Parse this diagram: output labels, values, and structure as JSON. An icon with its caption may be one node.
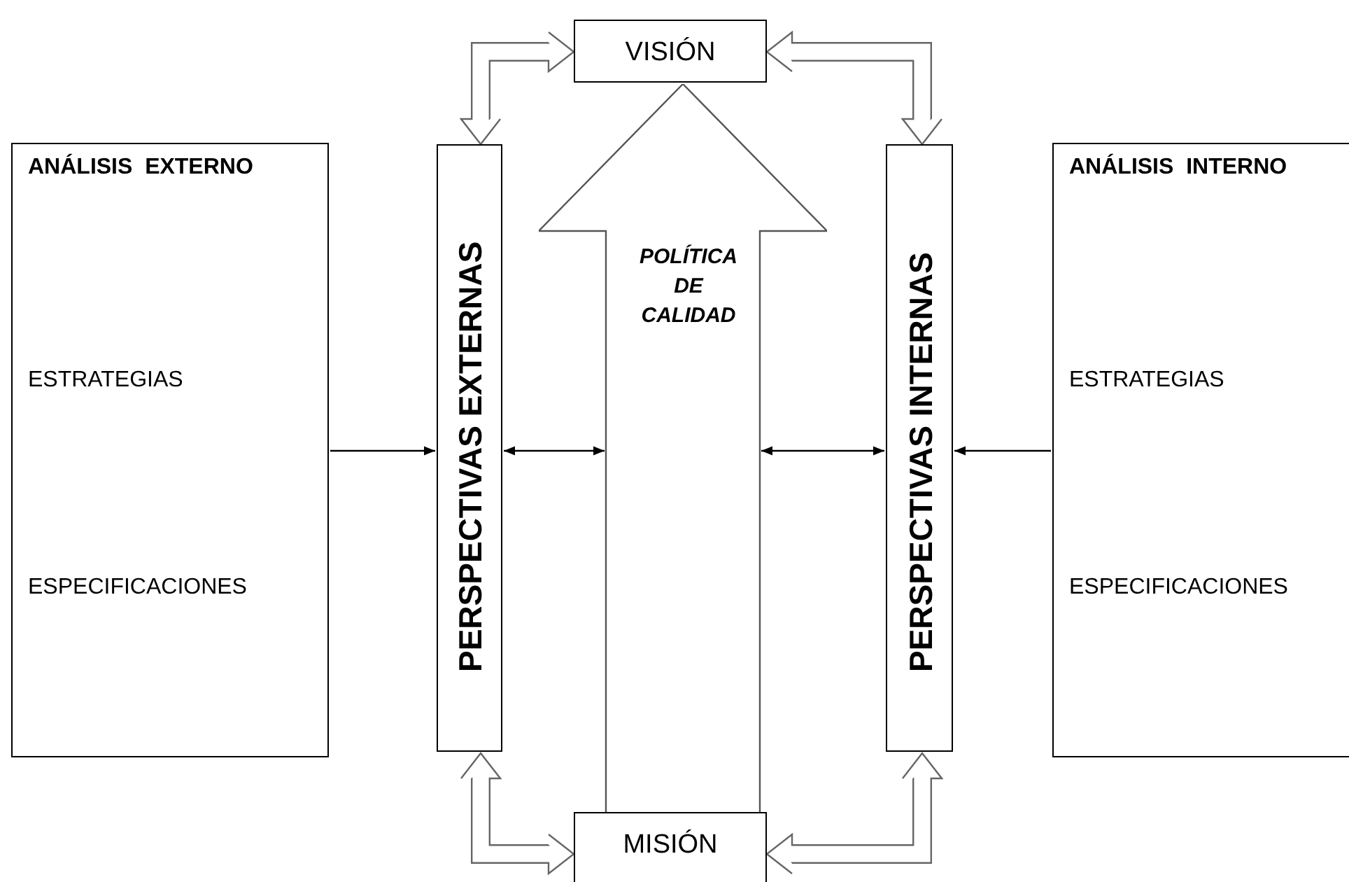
{
  "diagram": {
    "nodes": [
      {
        "text": [
          "VISIÓN"
        ]
      },
      {
        "text": [
          "ANÁLISIS  EXTERNO",
          "ESTRATEGIAS",
          "ESPECIFICACIONES"
        ]
      },
      {
        "text": [
          "PERSPECTIVAS EXTERNAS"
        ]
      },
      {
        "text": [
          "POLÍTICA DE CALIDAD"
        ]
      },
      {
        "text": [
          "PERSPECTIVAS INTERNAS"
        ]
      },
      {
        "text": [
          "ANÁLISIS  INTERNO",
          "ESTRATEGIAS",
          "ESPECIFICACIONES"
        ]
      },
      {
        "text": [
          "MISIÓN"
        ]
      }
    ],
    "edges": [
      {
        "from": 1,
        "to": 2,
        "arrow": "to"
      },
      {
        "from": 2,
        "to": 3,
        "arrow": "both"
      },
      {
        "from": 3,
        "to": 4,
        "arrow": "both"
      },
      {
        "from": 5,
        "to": 4,
        "arrow": "to"
      },
      {
        "from": 0,
        "to": 2,
        "arrow": "both",
        "style": "thick",
        "color": "#666666"
      },
      {
        "from": 0,
        "to": 4,
        "arrow": "both",
        "style": "thick",
        "color": "#666666"
      },
      {
        "from": 6,
        "to": 2,
        "arrow": "both",
        "style": "thick",
        "color": "#666666"
      },
      {
        "from": 6,
        "to": 4,
        "arrow": "both",
        "style": "thick",
        "color": "#666666"
      }
    ]
  }
}
